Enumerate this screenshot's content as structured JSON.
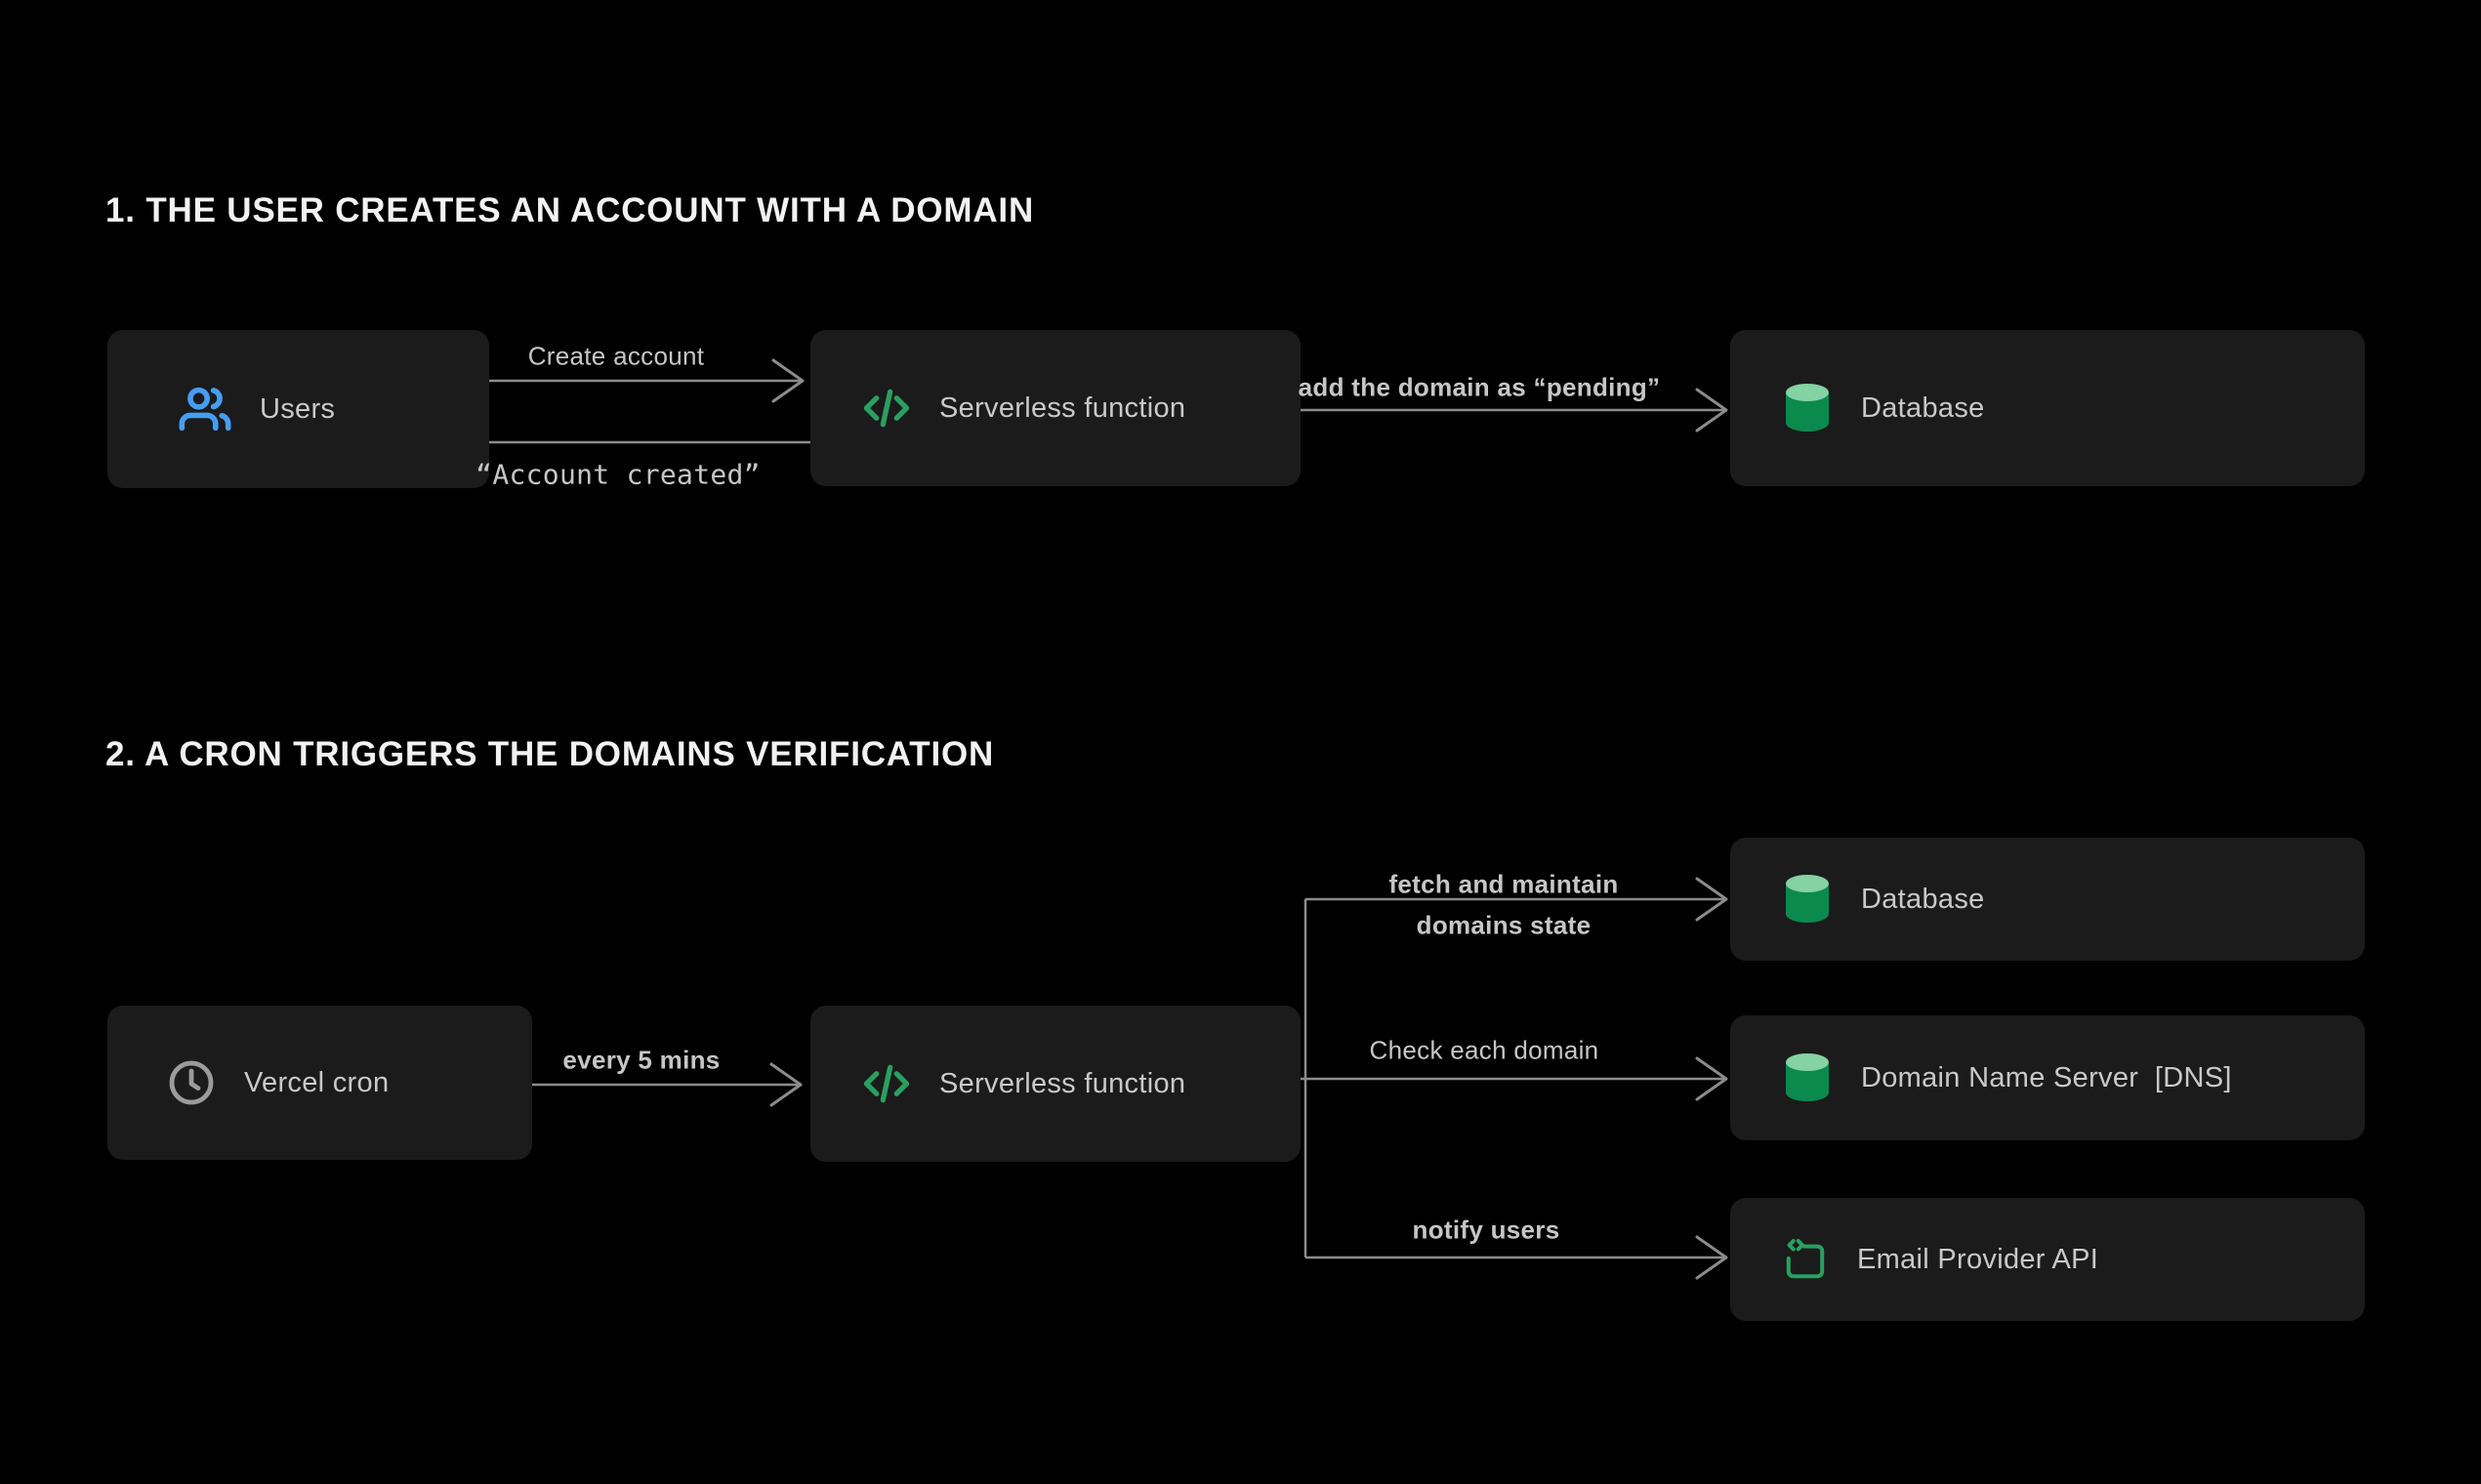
{
  "theme": {
    "page-bg": "#000000",
    "box-bg": "#1B1B1C",
    "box-text": "#C9C9C9",
    "title-text": "#F2F2F2",
    "arrow": "#8B8B8B",
    "arrow-label": "#C6C6C6",
    "icon-blue": "#479DF2",
    "icon-green": "#29A060",
    "icon-gray": "#9B9B9B",
    "db-top": "#85D2A2",
    "db-body": "#0B8A4D"
  },
  "section1": {
    "title": "1. THE USER CREATES AN ACCOUNT WITH A DOMAIN",
    "nodes": {
      "users": "Users",
      "serverless": "Serverless function",
      "database": "Database"
    },
    "arrows": {
      "create_account": "Create account",
      "account_created": "“Account created”",
      "add_domain_pending": "add the domain as “pending”"
    }
  },
  "section2": {
    "title": "2. A CRON TRIGGERS THE DOMAINS VERIFICATION",
    "nodes": {
      "cron": "Vercel cron",
      "serverless": "Serverless function",
      "database": "Database",
      "dns": "Domain Name Server  [DNS]",
      "email": "Email Provider API"
    },
    "arrows": {
      "every_5_mins": "every 5 mins",
      "fetch_line1": "fetch and maintain",
      "fetch_line2": "domains state",
      "check_each_domain": "Check each domain",
      "notify_users": "notify users"
    }
  },
  "icons": {
    "users": "users-icon",
    "serverless": "code-icon",
    "database": "database-cylinder-icon",
    "cron": "clock-icon",
    "email": "code-box-icon"
  }
}
